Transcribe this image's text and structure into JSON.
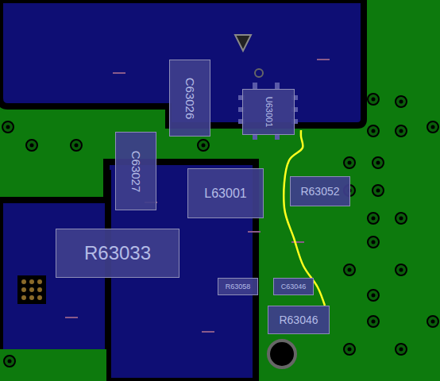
{
  "diagram": {
    "nodes": [
      {
        "text": [
          "C63026"
        ]
      },
      {
        "text": [
          "U63001"
        ]
      },
      {
        "text": [
          "C63027"
        ]
      },
      {
        "text": [
          "L63001"
        ]
      },
      {
        "text": [
          "R63052"
        ]
      },
      {
        "text": [
          "R63033"
        ]
      },
      {
        "text": [
          "R63058"
        ]
      },
      {
        "text": [
          "C63046"
        ]
      },
      {
        "text": [
          "R63046"
        ]
      }
    ],
    "edges": [
      {
        "from": 1,
        "to": 8,
        "arrow": "none"
      }
    ]
  }
}
